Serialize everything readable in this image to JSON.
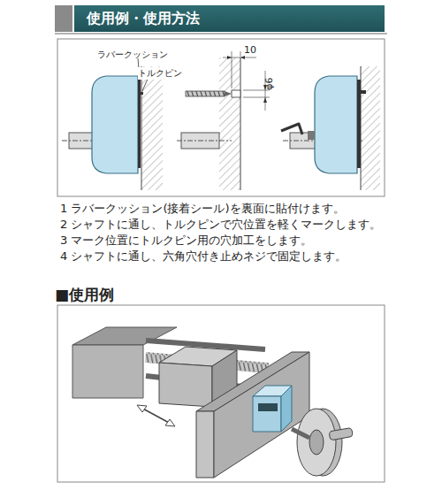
{
  "diagram": {
    "title": "使用例・使用方法",
    "labels": [
      "ラバークッション",
      "トルクピン",
      "10",
      "φ6",
      "1 ラバークッション(接着シール)を裏面に貼付けます。",
      "2 シャフトに通し、トルクピンで穴位置を軽くマークします。",
      "3 マーク位置にトルクピン用の穴加工をします。",
      "4 シャフトに通し、六角穴付き止めネジで固定します。",
      "■使用例"
    ]
  }
}
